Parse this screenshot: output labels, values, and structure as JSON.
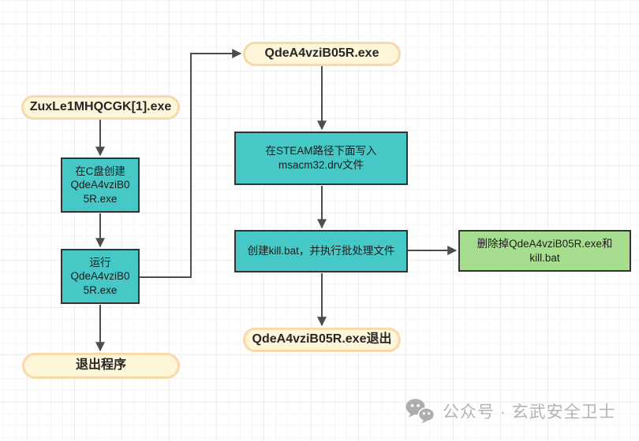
{
  "diagram": {
    "nodes": {
      "start": "ZuxLe1MHQCGK[1].exe",
      "payload": "QdeA4vziB05R.exe",
      "create_on_c": "在C盘创建\nQdeA4vziB0\n5R.exe",
      "run_payload": "运行\nQdeA4vziB0\n5R.exe",
      "exit_program": "退出程序",
      "write_steam": "在STEAM路径下面写入\nmsacm32.drv文件",
      "create_kill_bat": "创建kill.bat，并执行批处理文件",
      "delete_files": "删除掉QdeA4vziB05R.exe和\nkill.bat",
      "payload_exit": "QdeA4vziB05R.exe退出"
    },
    "colors": {
      "terminal_fill": "#fdf6d8",
      "terminal_border": "#f8d9a9",
      "process_fill": "#45c8c6",
      "result_fill": "#a7dd8f",
      "node_border": "#333333",
      "connector": "#4d4d4d",
      "grid_major": "#ececec",
      "grid_minor": "#f6f6f6"
    }
  },
  "watermark": {
    "icon": "wechat-icon",
    "text": "公众号 · 玄武安全卫士",
    "color": "#b3b3b3"
  }
}
